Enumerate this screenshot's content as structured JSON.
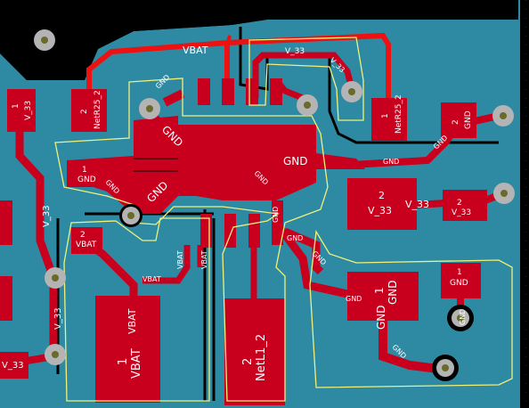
{
  "colors": {
    "background": "#000000",
    "grid_dots": "#2a2a2a",
    "copper_pour": "#2e8aa3",
    "pad_red": "#c8001e",
    "trace_bright_red": "#ee1111",
    "selection_outline": "#f0f07a",
    "via_ring": "#b4b4b4",
    "via_hole": "#6a6a2a",
    "text": "#ffffff"
  },
  "labels": {
    "vbat_top": "VBAT",
    "pad_left_top_num": "1",
    "pad_left_top_net": "V_33",
    "netr25_left_num": "2",
    "netr25_left_net": "NetR25_2",
    "netr25_right_num": "1",
    "netr25_right_net": "NetR25_2",
    "v33_a": "V_33",
    "v33_b": "V_33",
    "ic_gnd_1": "GND",
    "ic_gnd_2": "GND",
    "ic_gnd_3": "GND",
    "ic_gnd_main": "GND",
    "ic_gnd_diag": "GND",
    "gnd_small_left_num": "1",
    "gnd_small_left_net": "GND",
    "gnd_small_left_b": "GND",
    "gnd_trace_mid": "GND",
    "right_pad_num": "2",
    "right_pad_net": "GND",
    "right_gnd_b": "GND",
    "v33_pad_big_num": "2",
    "v33_pad_big_net": "V_33",
    "v33_pad_mid": "V_33",
    "v33_pad_small_num": "2",
    "v33_pad_small_net": "V_33",
    "left_vertical_v33_a": "V_33",
    "left_vertical_v33_b": "V_33",
    "left_vertical_v33_c": "V_33",
    "vbat_pad_num": "2",
    "vbat_pad_net": "VBAT",
    "vbat_trace_a": "VBAT",
    "vbat_trace_b": "VBAT",
    "vbat_trace_c": "VBAT",
    "big_vbat_num": "1",
    "big_vbat_net": "VBAT",
    "big_vbat_net2": "VBAT",
    "netl1_num": "2",
    "netl1_net": "NetL1_2",
    "gnd_traces_a": "GND",
    "gnd_traces_b": "GND",
    "gnd_traces_c": "GND",
    "gnd_traces_d": "GND",
    "gnd_pad_lower_num": "1",
    "gnd_pad_lower_net": "GND",
    "gnd_pad_lower_b": "GND",
    "gnd_pad_right_num": "1",
    "gnd_pad_right_net": "GND",
    "gnd_vertical": "GND",
    "gnd_pad_lower_c": "GND"
  }
}
